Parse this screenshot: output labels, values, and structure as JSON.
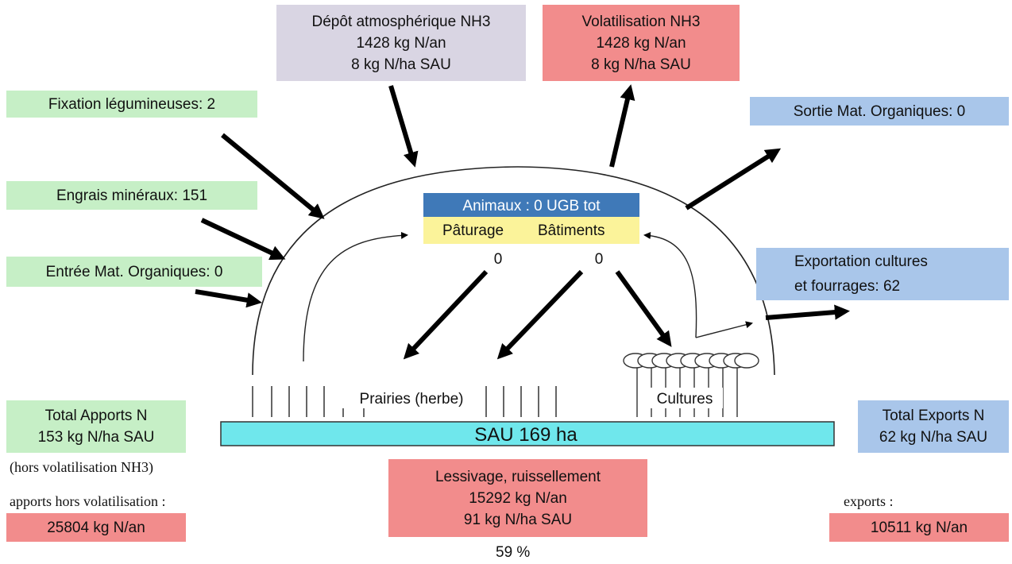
{
  "depot": {
    "line1": "Dépôt atmosphérique NH3",
    "line2": "1428 kg N/an",
    "line3": "8 kg N/ha SAU"
  },
  "volatilisation": {
    "line1": "Volatilisation NH3",
    "line2": "1428 kg N/an",
    "line3": "8 kg N/ha SAU"
  },
  "fixation": "Fixation  légumineuses: 2",
  "engrais": "Engrais minéraux: 151",
  "entree_mo": "Entrée Mat. Organiques: 0",
  "sortie_mo": "Sortie Mat. Organiques: 0",
  "exportation": {
    "line1": "Exportation cultures",
    "line2": "et fourrages: 62"
  },
  "animaux": {
    "title": "Animaux : 0 UGB tot",
    "paturage": "Pâturage",
    "batiments": "Bâtiments",
    "paturage_value": "0",
    "batiments_value": "0"
  },
  "prairies_label": "Prairies (herbe)",
  "cultures_label": "Cultures",
  "sau_label": "SAU 169 ha",
  "total_apports": {
    "line1": "Total Apports N",
    "line2": "153 kg N/ha SAU",
    "note": "(hors volatilisation NH3)"
  },
  "total_exports": {
    "line1": "Total Exports N",
    "line2": "62 kg N/ha SAU"
  },
  "apports_hors_label": "apports hors volatilisation :",
  "apports_hors_value": "25804 kg N/an",
  "lessivage": {
    "line1": "Lessivage, ruissellement",
    "line2": "15292 kg N/an",
    "line3": "91 kg N/ha SAU"
  },
  "percent": "59 %",
  "exports_label": "exports :",
  "exports_value": "10511 kg N/an",
  "colors": {
    "input_green": "#c6efc6",
    "loss_red": "#f28c8c",
    "export_blue": "#a9c6ea",
    "deposit_lavender": "#d9d5e3",
    "animals_blue": "#3f79b8",
    "animals_yellow": "#fbf39a",
    "sau_cyan": "#6fe7ec"
  }
}
